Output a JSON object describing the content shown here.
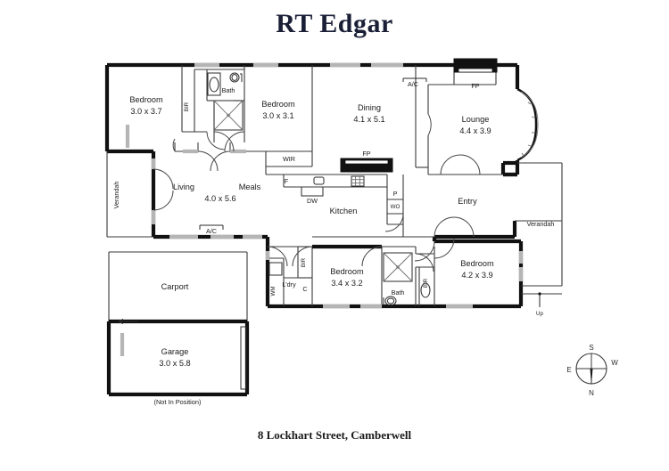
{
  "brand": {
    "title": "RT Edgar"
  },
  "address": {
    "caption": "8 Lockhart Street, Camberwell"
  },
  "footer": {
    "not_in_position": "(Not In Position)"
  },
  "rooms": [
    {
      "key": "bedroom_front_left",
      "name": "Bedroom",
      "dim": "3.0 x 3.7"
    },
    {
      "key": "bedroom_front_mid",
      "name": "Bedroom",
      "dim": "3.0 x 3.1"
    },
    {
      "key": "dining",
      "name": "Dining",
      "dim": "4.1 x 5.1"
    },
    {
      "key": "lounge",
      "name": "Lounge",
      "dim": "4.4 x 3.9"
    },
    {
      "key": "living",
      "name": "Living",
      "dim": "4.0 x 5.6"
    },
    {
      "key": "meals",
      "name": "Meals",
      "dim": ""
    },
    {
      "key": "kitchen",
      "name": "Kitchen",
      "dim": ""
    },
    {
      "key": "entry",
      "name": "Entry",
      "dim": ""
    },
    {
      "key": "bedroom_rear_mid",
      "name": "Bedroom",
      "dim": "3.4 x 3.2"
    },
    {
      "key": "bedroom_rear_right",
      "name": "Bedroom",
      "dim": "4.2 x 3.9"
    },
    {
      "key": "carport",
      "name": "Carport",
      "dim": ""
    },
    {
      "key": "garage",
      "name": "Garage",
      "dim": "3.0 x 5.8"
    }
  ],
  "labels": {
    "bath_top": "Bath",
    "bath_bottom": "Bath",
    "bir_top": "BIR",
    "bir_rear_left": "BIR",
    "bir_rear_right": "BIR",
    "wir": "WIR",
    "laundry": "L'dry",
    "washing_machine": "WM",
    "cupboard": "C",
    "fridge": "F",
    "dishwasher": "DW",
    "pantry": "P",
    "wall_oven": "WO",
    "fireplace_dining": "FP",
    "fireplace_lounge": "FP",
    "aircon_top": "A/C",
    "aircon_living": "A/C",
    "verandah_left": "Verandah",
    "verandah_right": "Verandah",
    "stairs_up": "Up"
  },
  "compass": {
    "north": "N",
    "south": "S",
    "east": "E",
    "west": "W"
  },
  "colors": {
    "title": "#1a1f36",
    "wall": "#111111",
    "window": "#b5b5b5",
    "fireplace": "#111111",
    "background": "#ffffff"
  }
}
